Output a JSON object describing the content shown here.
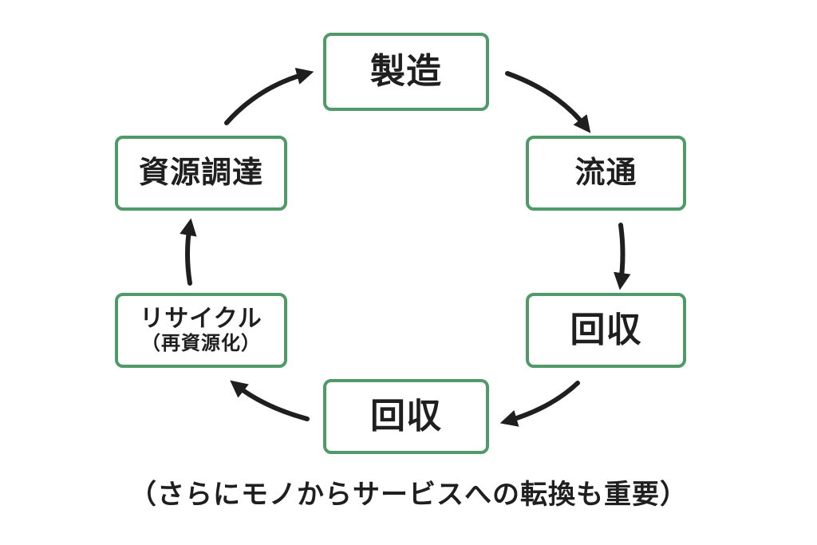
{
  "nodes": {
    "manufacturing": "製造",
    "distribution": "流通",
    "collection_right": "回収",
    "collection_bottom": "回収",
    "recycle": "リサイクル",
    "recycle_sub": "（再資源化）",
    "sourcing": "資源調達"
  },
  "footer_note": "（さらにモノからサービスへの転換も重要）",
  "colors": {
    "box_border": "#4f9a68",
    "arrow": "#1f1f1f",
    "text": "#1f1f1f"
  }
}
